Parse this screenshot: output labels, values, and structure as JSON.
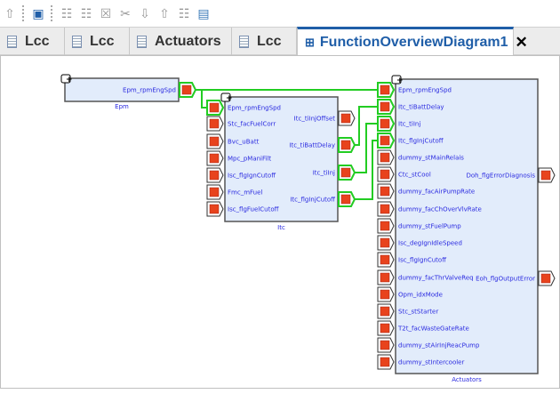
{
  "toolbar": {
    "icons": [
      "up-arrow-icon",
      "component-icon",
      "add-port-icon",
      "add-input-icon",
      "delete-port-icon",
      "cut-icon",
      "move-down-icon",
      "move-up-icon",
      "refresh-port-icon",
      "image-export-icon"
    ]
  },
  "tabs": [
    {
      "label": "Lcc"
    },
    {
      "label": "Lcc"
    },
    {
      "label": "Actuators"
    },
    {
      "label": "Lcc"
    },
    {
      "label": "FunctionOverviewDiagram1",
      "active": true
    }
  ],
  "colors": {
    "block_fill": "#e2ecfb",
    "port_fill": "#e8431d",
    "wire": "#22cc22",
    "label": "#2a2ae0",
    "active_tab": "#1f5ea8"
  },
  "diagram": {
    "blocks": [
      {
        "name": "Epm",
        "inputs": [],
        "outputs": [
          "Epm_rpmEngSpd"
        ]
      },
      {
        "name": "Itc",
        "inputs": [
          "Epm_rpmEngSpd",
          "Stc_facFuelCorr",
          "Bvc_uBatt",
          "Mpc_pManiFilt",
          "Isc_flgIgnCutoff",
          "Fmc_mFuel",
          "Isc_flgFuelCutoff"
        ],
        "outputs": [
          "Itc_tiInjOffset",
          "Itc_tiBattDelay",
          "Itc_tiInj",
          "Itc_flgInjCutoff"
        ]
      },
      {
        "name": "Actuators",
        "inputs": [
          "Epm_rpmEngSpd",
          "Itc_tiBattDelay",
          "Itc_tiInj",
          "Itc_flgInjCutoff",
          "dummy_stMainRelais",
          "Ctc_stCool",
          "dummy_facAirPumpRate",
          "dummy_facChOverVlvRate",
          "dummy_stFuelPump",
          "Isc_degIgnIdleSpeed",
          "Isc_flgIgnCutoff",
          "dummy_facThrValveReq",
          "Opm_idxMode",
          "Stc_stStarter",
          "T2t_facWasteGateRate",
          "dummy_stAirInjReacPump",
          "dummy_stIntercooler"
        ],
        "outputs": [
          "Doh_flgErrorDiagnosis",
          "Eoh_flgOutputError"
        ]
      }
    ]
  }
}
